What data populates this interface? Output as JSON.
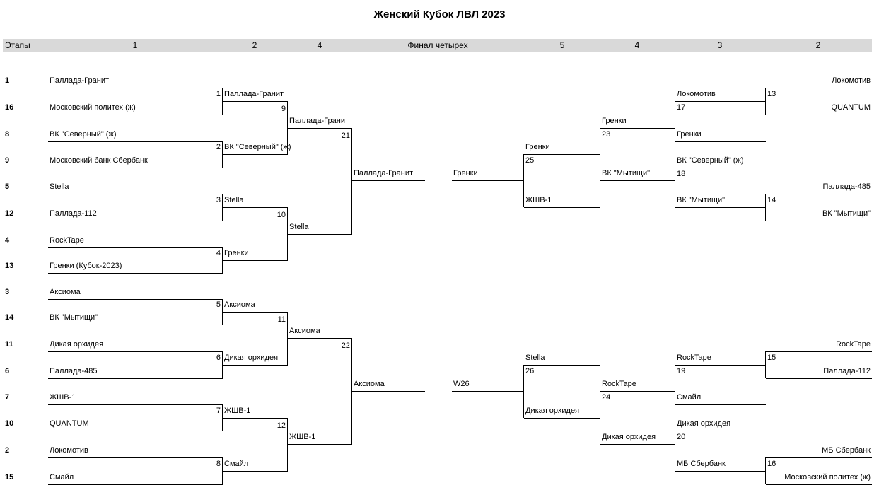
{
  "title": "Женский Кубок ЛВЛ 2023",
  "stages": {
    "label": "Этапы",
    "columns": [
      "1",
      "2",
      "4",
      "Финал четырех",
      "5",
      "4",
      "3",
      "2"
    ]
  },
  "seeds": [
    "1",
    "16",
    "8",
    "9",
    "5",
    "12",
    "4",
    "13",
    "3",
    "14",
    "11",
    "6",
    "7",
    "10",
    "2",
    "15"
  ],
  "left": {
    "round1": {
      "teams": [
        "Паллада-Гранит",
        "Московский политех (ж)",
        "ВК \"Северный\" (ж)",
        "Московский банк Сбербанк",
        "Stella",
        "Паллада-112",
        "RockTape",
        "Гренки (Кубок-2023)",
        "Аксиома",
        "ВК \"Мытищи\"",
        "Дикая орхидея",
        "Паллада-485",
        "ЖШВ-1",
        "QUANTUM",
        "Локомотив",
        "Смайл"
      ],
      "match_numbers": [
        "1",
        "2",
        "3",
        "4",
        "5",
        "6",
        "7",
        "8"
      ]
    },
    "round2": {
      "teams": [
        "Паллада-Гранит",
        "ВК \"Северный\" (ж)",
        "Stella",
        "Гренки",
        "Аксиома",
        "Дикая орхидея",
        "ЖШВ-1",
        "Смайл"
      ],
      "match_numbers": [
        "9",
        "10",
        "11",
        "12"
      ]
    },
    "round3": {
      "teams": [
        "Паллада-Гранит",
        "Stella",
        "Аксиома",
        "ЖШВ-1"
      ],
      "match_numbers": [
        "21",
        "22"
      ]
    },
    "winners": [
      "Паллада-Гранит",
      "Аксиома"
    ]
  },
  "final_four": {
    "left_entries": [
      "Гренки",
      "W26"
    ],
    "semifinals": [
      {
        "top": "Гренки",
        "bottom": "ЖШВ-1",
        "match_number": "25"
      },
      {
        "top": "Stella",
        "bottom": "Дикая орхидея",
        "match_number": "26"
      }
    ]
  },
  "right": {
    "round_stage4": [
      {
        "top": "Гренки",
        "bottom": "ВК \"Мытищи\"",
        "match_number": "23"
      },
      {
        "top": "RockTape",
        "bottom": "Дикая орхидея",
        "match_number": "24"
      }
    ],
    "round_stage3": [
      {
        "top": "Локомотив",
        "bottom": "Гренки",
        "match_number": "17"
      },
      {
        "top": "ВК \"Северный\" (ж)",
        "bottom": "ВК \"Мытищи\"",
        "match_number": "18"
      },
      {
        "top": "RockTape",
        "bottom": "Смайл",
        "match_number": "19"
      },
      {
        "top": "Дикая орхидея",
        "bottom": "МБ Сбербанк",
        "match_number": "20"
      }
    ],
    "round_stage2": [
      {
        "top": "Локомотив",
        "bottom": "QUANTUM",
        "match_number": "13"
      },
      {
        "top": "Паллада-485",
        "bottom": "ВК \"Мытищи\"",
        "match_number": "14"
      },
      {
        "top": "RockTape",
        "bottom": "Паллада-112",
        "match_number": "15"
      },
      {
        "top": "МБ Сбербанк",
        "bottom": "Московский политех (ж)",
        "match_number": "16"
      }
    ]
  }
}
